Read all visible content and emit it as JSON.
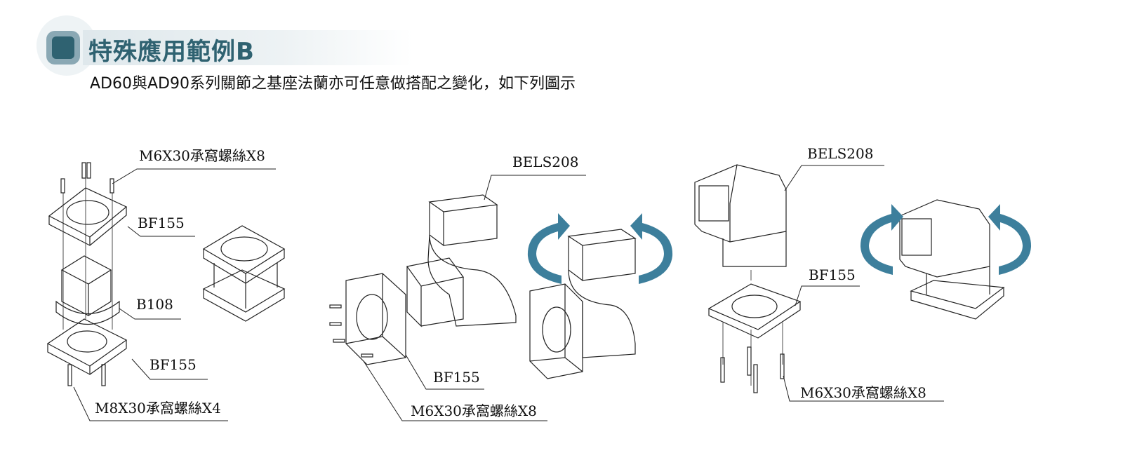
{
  "header": {
    "title": "特殊應用範例B",
    "subtitle": "AD60與AD90系列關節之基座法蘭亦可任意做搭配之變化，如下列圖示"
  },
  "figures": {
    "left": {
      "top_screws": "M6X30承窩螺絲X8",
      "top_flange": "BF155",
      "middle_part": "B108",
      "bottom_flange": "BF155",
      "bottom_screws": "M8X30承窩螺絲X4"
    },
    "middle": {
      "elbow": "BELS208",
      "flange": "BF155",
      "screws": "M6X30承窩螺絲X8"
    },
    "right": {
      "elbow": "BELS208",
      "flange": "BF155",
      "screws": "M6X30承窩螺絲X8"
    }
  },
  "colors": {
    "accent": "#2f6271",
    "rotate_arrow": "#3d7f9c",
    "line": "#222222"
  }
}
